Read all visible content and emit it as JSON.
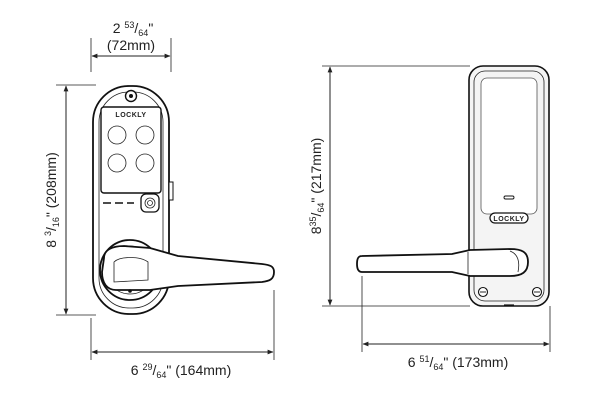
{
  "front_view": {
    "brand": "LOCKLY",
    "width_imperial_whole": "2",
    "width_imperial_num": "53",
    "width_imperial_den": "64",
    "width_metric": "(72mm)",
    "height_imperial_whole": "8",
    "height_imperial_num": "3",
    "height_imperial_den": "16",
    "height_metric": "(208mm)",
    "depth_imperial_whole": "6",
    "depth_imperial_num": "29",
    "depth_imperial_den": "64",
    "depth_metric": "(164mm)"
  },
  "back_view": {
    "brand": "LOCKLY",
    "height_imperial_whole": "8",
    "height_imperial_num": "35",
    "height_imperial_den": "64",
    "height_metric": "(217mm)",
    "depth_imperial_whole": "6",
    "depth_imperial_num": "51",
    "depth_imperial_den": "64",
    "depth_metric": "(173mm)"
  },
  "colors": {
    "line": "#222222",
    "background": "#ffffff"
  }
}
